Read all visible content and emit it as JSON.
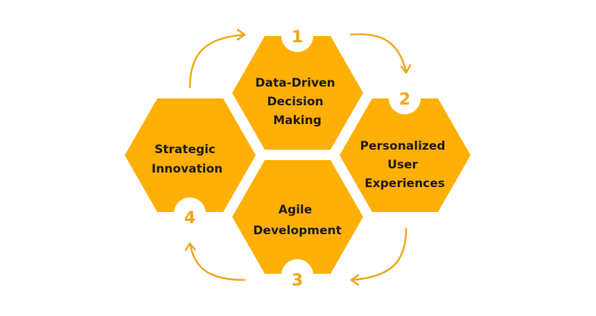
{
  "colors": {
    "hexagon_fill": "#ffaf05",
    "arrow": "#f2a517",
    "number": "#f2a517",
    "text": "#1a1a1a",
    "background": "#ffffff"
  },
  "steps": [
    {
      "number": "1",
      "lines": [
        "Data-Driven",
        "Decision",
        "Making"
      ]
    },
    {
      "number": "2",
      "lines": [
        "Personalized",
        "User",
        "Experiences"
      ]
    },
    {
      "number": "3",
      "lines": [
        "Agile",
        "Development"
      ]
    },
    {
      "number": "4",
      "lines": [
        "Strategic",
        "Innovation"
      ]
    }
  ]
}
